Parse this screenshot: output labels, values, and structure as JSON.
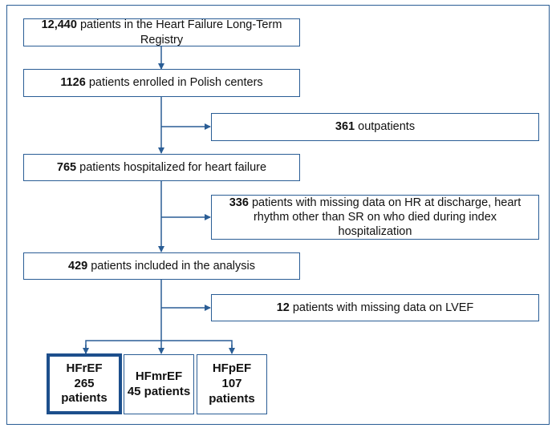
{
  "colors": {
    "line": "#2a5d95",
    "thick_border": "#1d4f8c"
  },
  "boxes": {
    "registry": {
      "count": "12,440",
      "text": " patients in the Heart Failure Long-Term Registry"
    },
    "polish": {
      "count": "1126",
      "text": " patients enrolled in Polish centers"
    },
    "outpatients": {
      "count": "361",
      "text": " outpatients"
    },
    "hospitalized": {
      "count": "765",
      "text": " patients hospitalized for heart failure"
    },
    "excluded_hr": {
      "count": "336",
      "text": " patients with missing data on HR at discharge, heart rhythm other than SR on who died during index hospitalization"
    },
    "analysis": {
      "count": "429",
      "text": " patients included in the analysis"
    },
    "missing_lvef": {
      "count": "12",
      "text": " patients with missing data on LVEF"
    }
  },
  "groups": [
    {
      "name": "HFrEF",
      "patients": "265 patients"
    },
    {
      "name": "HFmrEF",
      "patients": "45 patients"
    },
    {
      "name": "HFpEF",
      "patients": "107 patients"
    }
  ]
}
